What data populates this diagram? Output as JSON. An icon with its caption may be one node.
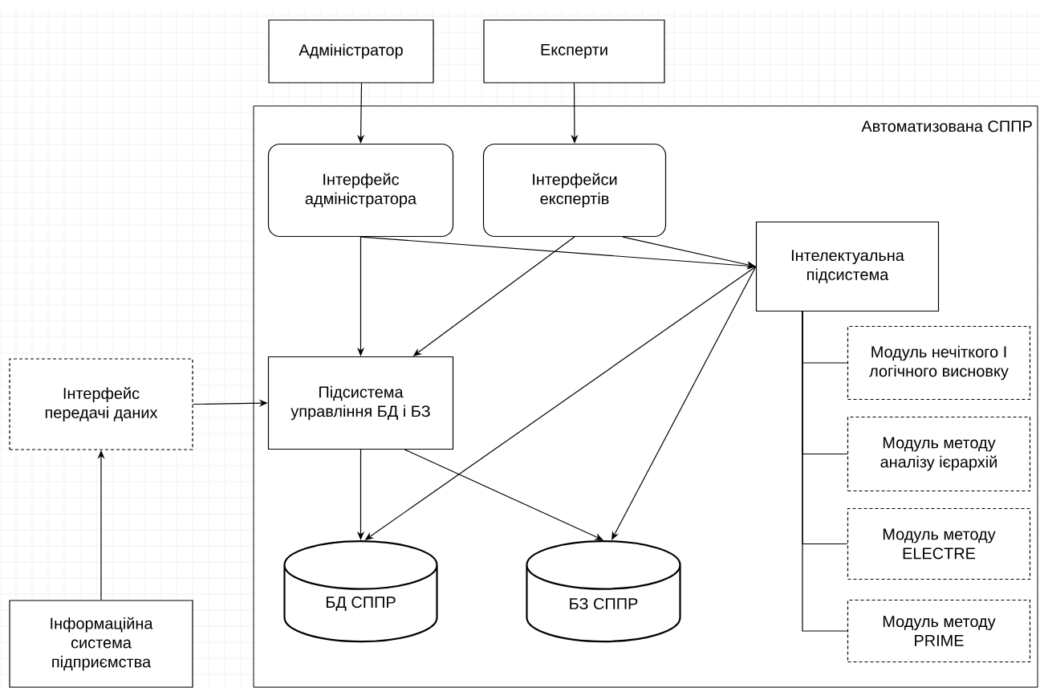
{
  "diagram": {
    "nodes": [
      {
        "text": [
          "Адміністратор"
        ]
      },
      {
        "text": [
          "Експерти"
        ]
      },
      {
        "text": [
          "Автоматизована СППР"
        ]
      },
      {
        "text": [
          "Інтерфейс адміністратора"
        ],
        "in": 2
      },
      {
        "text": [
          "Інтерфейси експертів"
        ],
        "in": 2
      },
      {
        "text": [
          "Інтелектуальна підсистема"
        ],
        "in": 2
      },
      {
        "text": [
          "Інтерфейс передачі даних"
        ]
      },
      {
        "text": [
          "Підсистема управління БД і БЗ"
        ],
        "in": 2
      },
      {
        "text": [
          "Модуль нечіткого І логічного висновку"
        ],
        "in": 2
      },
      {
        "text": [
          "Модуль методу аналізу ієрархій"
        ],
        "in": 2
      },
      {
        "text": [
          "Модуль методу ELECTRE"
        ],
        "in": 2
      },
      {
        "text": [
          "Модуль методу PRIME"
        ],
        "in": 2
      },
      {
        "text": [
          "БД СППР"
        ],
        "in": 2
      },
      {
        "text": [
          "БЗ СППР"
        ],
        "in": 2
      },
      {
        "text": [
          "Інформаційна система підприємства"
        ]
      }
    ],
    "edges": [
      {
        "from": 0,
        "to": 3,
        "arrow": "to"
      },
      {
        "from": 1,
        "to": 4,
        "arrow": "to"
      },
      {
        "from": 3,
        "to": 7,
        "arrow": "to"
      },
      {
        "from": 4,
        "to": 7,
        "arrow": "to"
      },
      {
        "from": 3,
        "to": 5,
        "arrow": "to"
      },
      {
        "from": 4,
        "to": 5,
        "arrow": "to"
      },
      {
        "from": 6,
        "to": 7,
        "arrow": "to"
      },
      {
        "from": 14,
        "to": 6,
        "arrow": "to"
      },
      {
        "from": 7,
        "to": 12,
        "arrow": "to"
      },
      {
        "from": 7,
        "to": 13,
        "arrow": "to"
      },
      {
        "from": 5,
        "to": 12,
        "arrow": "to"
      },
      {
        "from": 5,
        "to": 13,
        "arrow": "to"
      },
      {
        "from": 5,
        "to": 8,
        "arrow": "none"
      },
      {
        "from": 5,
        "to": 9,
        "arrow": "none"
      },
      {
        "from": 5,
        "to": 10,
        "arrow": "none"
      },
      {
        "from": 5,
        "to": 11,
        "arrow": "none"
      }
    ]
  }
}
